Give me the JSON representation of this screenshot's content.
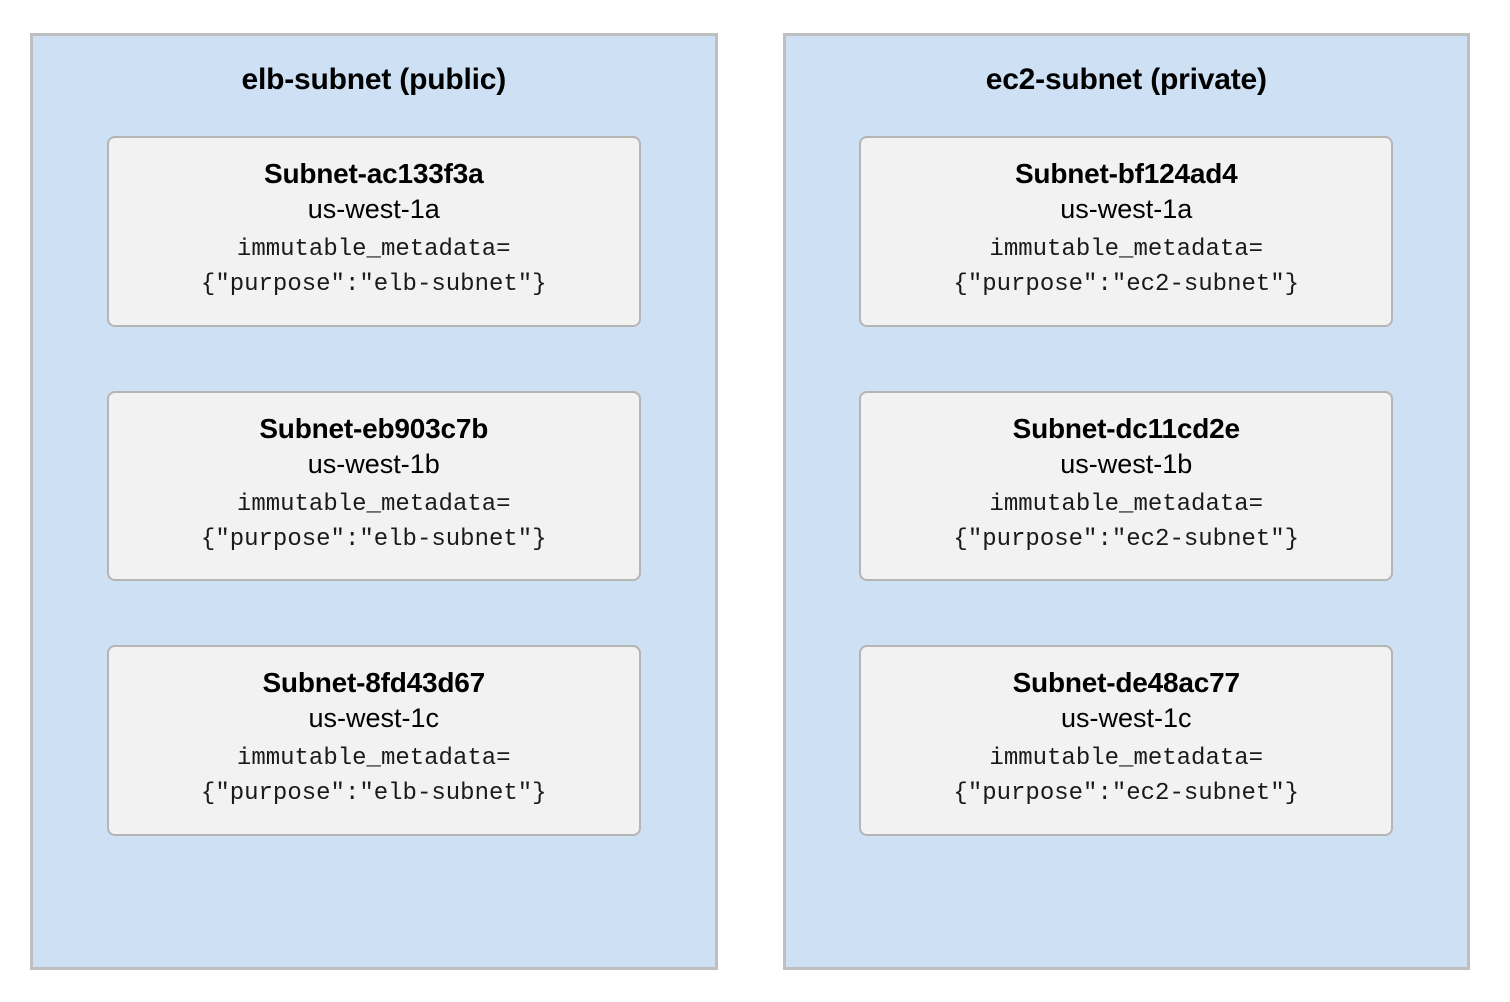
{
  "diagram": {
    "title_left": "elb-subnet (public)",
    "title_right": "ec2-subnet (private)",
    "colors": {
      "panel_fill": "#cde0f4",
      "panel_border": "#bfbfbf",
      "card_fill": "#f2f2f2",
      "card_border": "#b5b5b5",
      "text": "#000000",
      "background": "#ffffff"
    }
  },
  "panels": [
    {
      "id": "elb-subnet",
      "title": "elb-subnet (public)",
      "cards": [
        {
          "name": "Subnet-ac133f3a",
          "az": "us-west-1a",
          "meta": "immutable_metadata=\n{\"purpose\":\"elb-subnet\"}"
        },
        {
          "name": "Subnet-eb903c7b",
          "az": "us-west-1b",
          "meta": "immutable_metadata=\n{\"purpose\":\"elb-subnet\"}"
        },
        {
          "name": "Subnet-8fd43d67",
          "az": "us-west-1c",
          "meta": "immutable_metadata=\n{\"purpose\":\"elb-subnet\"}"
        }
      ]
    },
    {
      "id": "ec2-subnet",
      "title": "ec2-subnet (private)",
      "cards": [
        {
          "name": "Subnet-bf124ad4",
          "az": "us-west-1a",
          "meta": "immutable_metadata=\n{\"purpose\":\"ec2-subnet\"}"
        },
        {
          "name": "Subnet-dc11cd2e",
          "az": "us-west-1b",
          "meta": "immutable_metadata=\n{\"purpose\":\"ec2-subnet\"}"
        },
        {
          "name": "Subnet-de48ac77",
          "az": "us-west-1c",
          "meta": "immutable_metadata=\n{\"purpose\":\"ec2-subnet\"}"
        }
      ]
    }
  ]
}
